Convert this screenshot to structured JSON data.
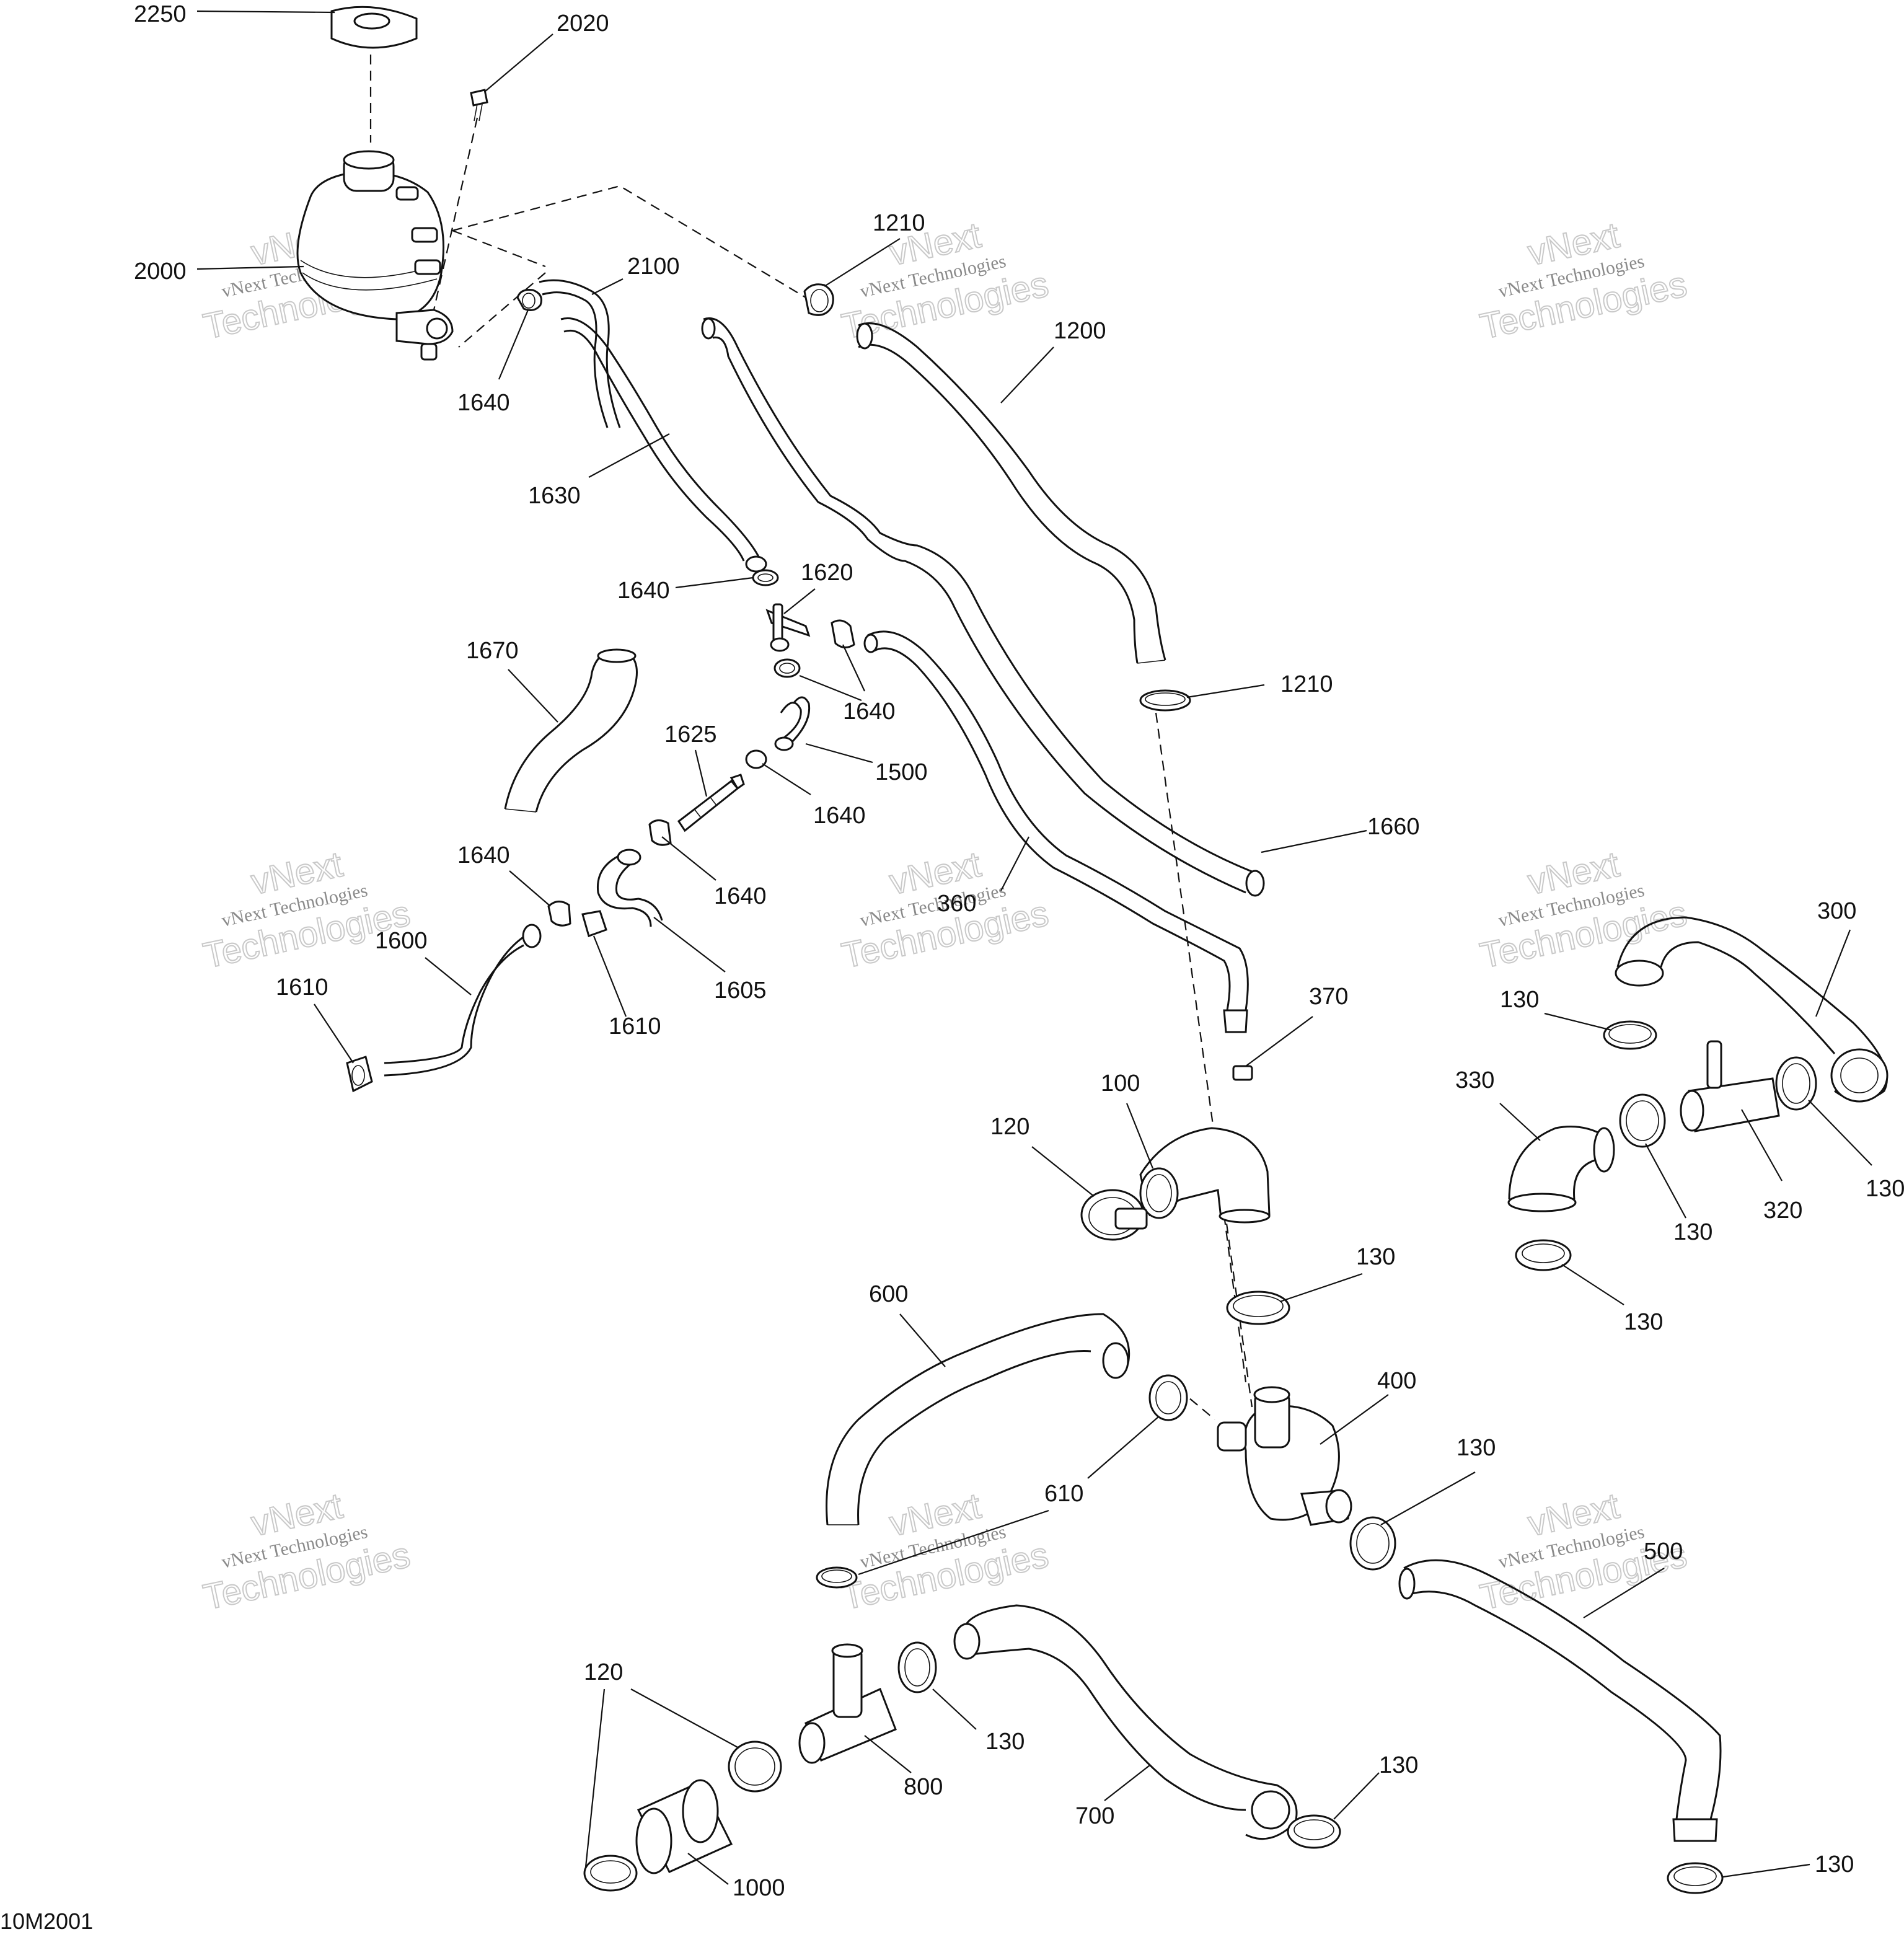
{
  "diagram_ref": "10M2001",
  "watermark": {
    "line1": "vNext Technologies",
    "line2": "vNext",
    "line3": "Technologies"
  },
  "callouts": {
    "c2250": "2250",
    "c2020": "2020",
    "c2000": "2000",
    "c2100": "2100",
    "c1640a": "1640",
    "c1630": "1630",
    "c1210a": "1210",
    "c1200": "1200",
    "c1640b": "1640",
    "c1620": "1620",
    "c1640c": "1640",
    "c1670": "1670",
    "c1625": "1625",
    "c1500": "1500",
    "c1640d": "1640",
    "c1210b": "1210",
    "c1660": "1660",
    "c1640e": "1640",
    "c1640f": "1640",
    "c1600": "1600",
    "c1610a": "1610",
    "c1610b": "1610",
    "c1605": "1605",
    "c360": "360",
    "c300": "300",
    "c130a": "130",
    "c370": "370",
    "c330": "330",
    "c100": "100",
    "c120a": "120",
    "c130b": "130",
    "c320": "320",
    "c130c": "130",
    "c130d": "130",
    "c130e": "130",
    "c600": "600",
    "c400": "400",
    "c610": "610",
    "c130f": "130",
    "c500": "500",
    "c120b": "120",
    "c130g": "130",
    "c800": "800",
    "c700": "700",
    "c130h": "130",
    "c1000": "1000",
    "c130i": "130"
  },
  "colors": {
    "line": "#111111",
    "background": "#ffffff",
    "watermark": "#8a8a8a"
  }
}
